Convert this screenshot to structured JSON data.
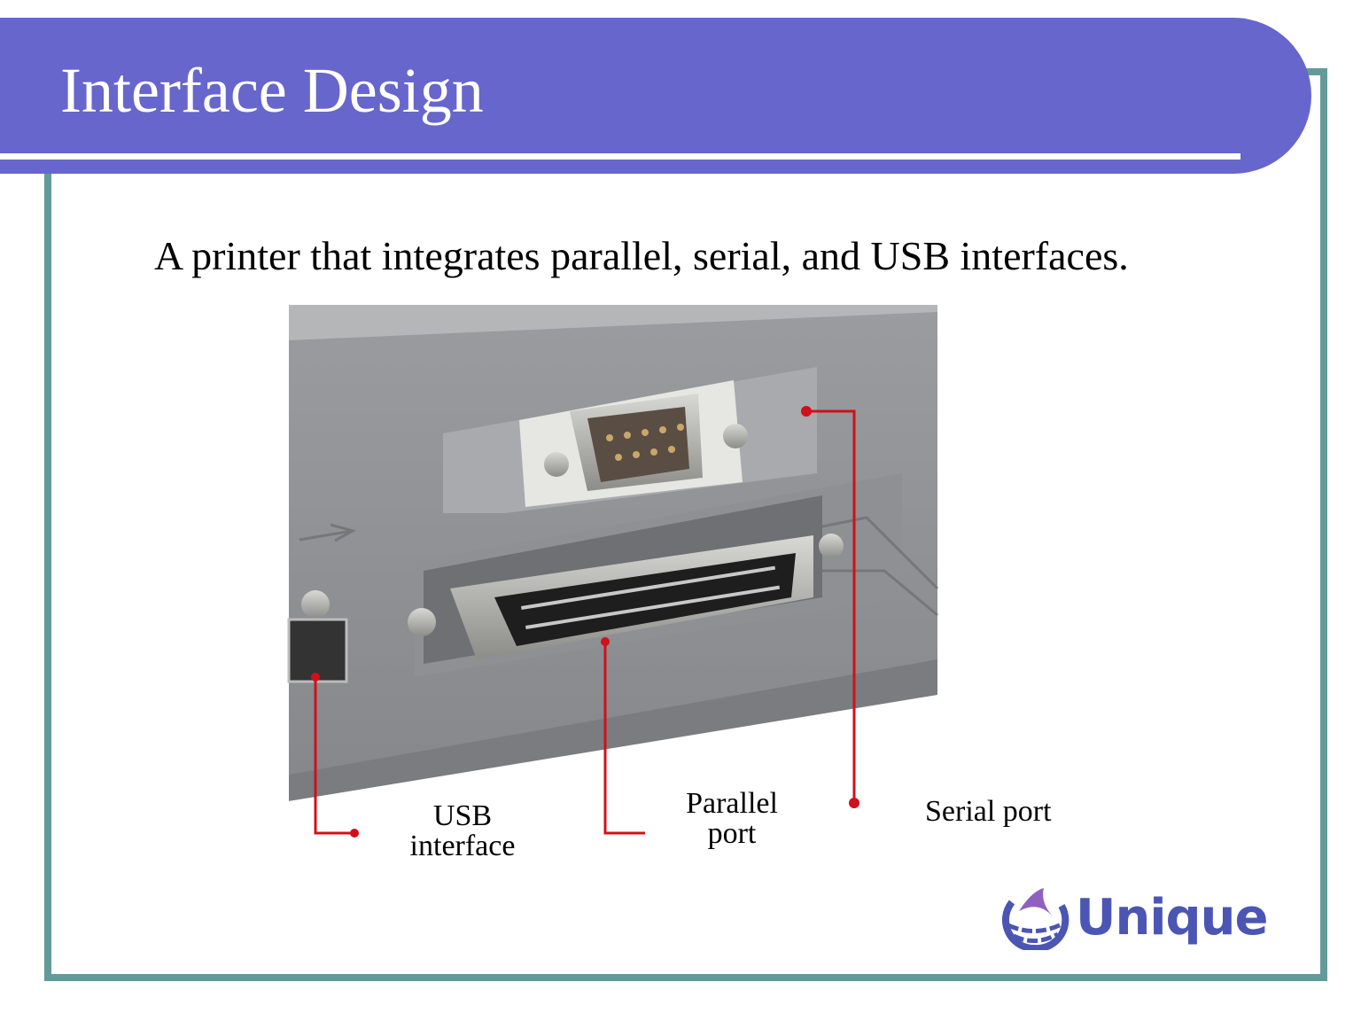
{
  "slide": {
    "title": "Interface Design",
    "subtitle": "A printer that integrates parallel, serial, and USB interfaces.",
    "labels": {
      "usb": [
        "USB",
        "interface"
      ],
      "parallel": [
        "Parallel",
        "port"
      ],
      "serial": "Serial port"
    },
    "logo": "Unique"
  },
  "colors": {
    "banner": "#6666cc",
    "frame": "#639b99",
    "pointer": "#d0101a",
    "logo": "#4b55b4"
  }
}
